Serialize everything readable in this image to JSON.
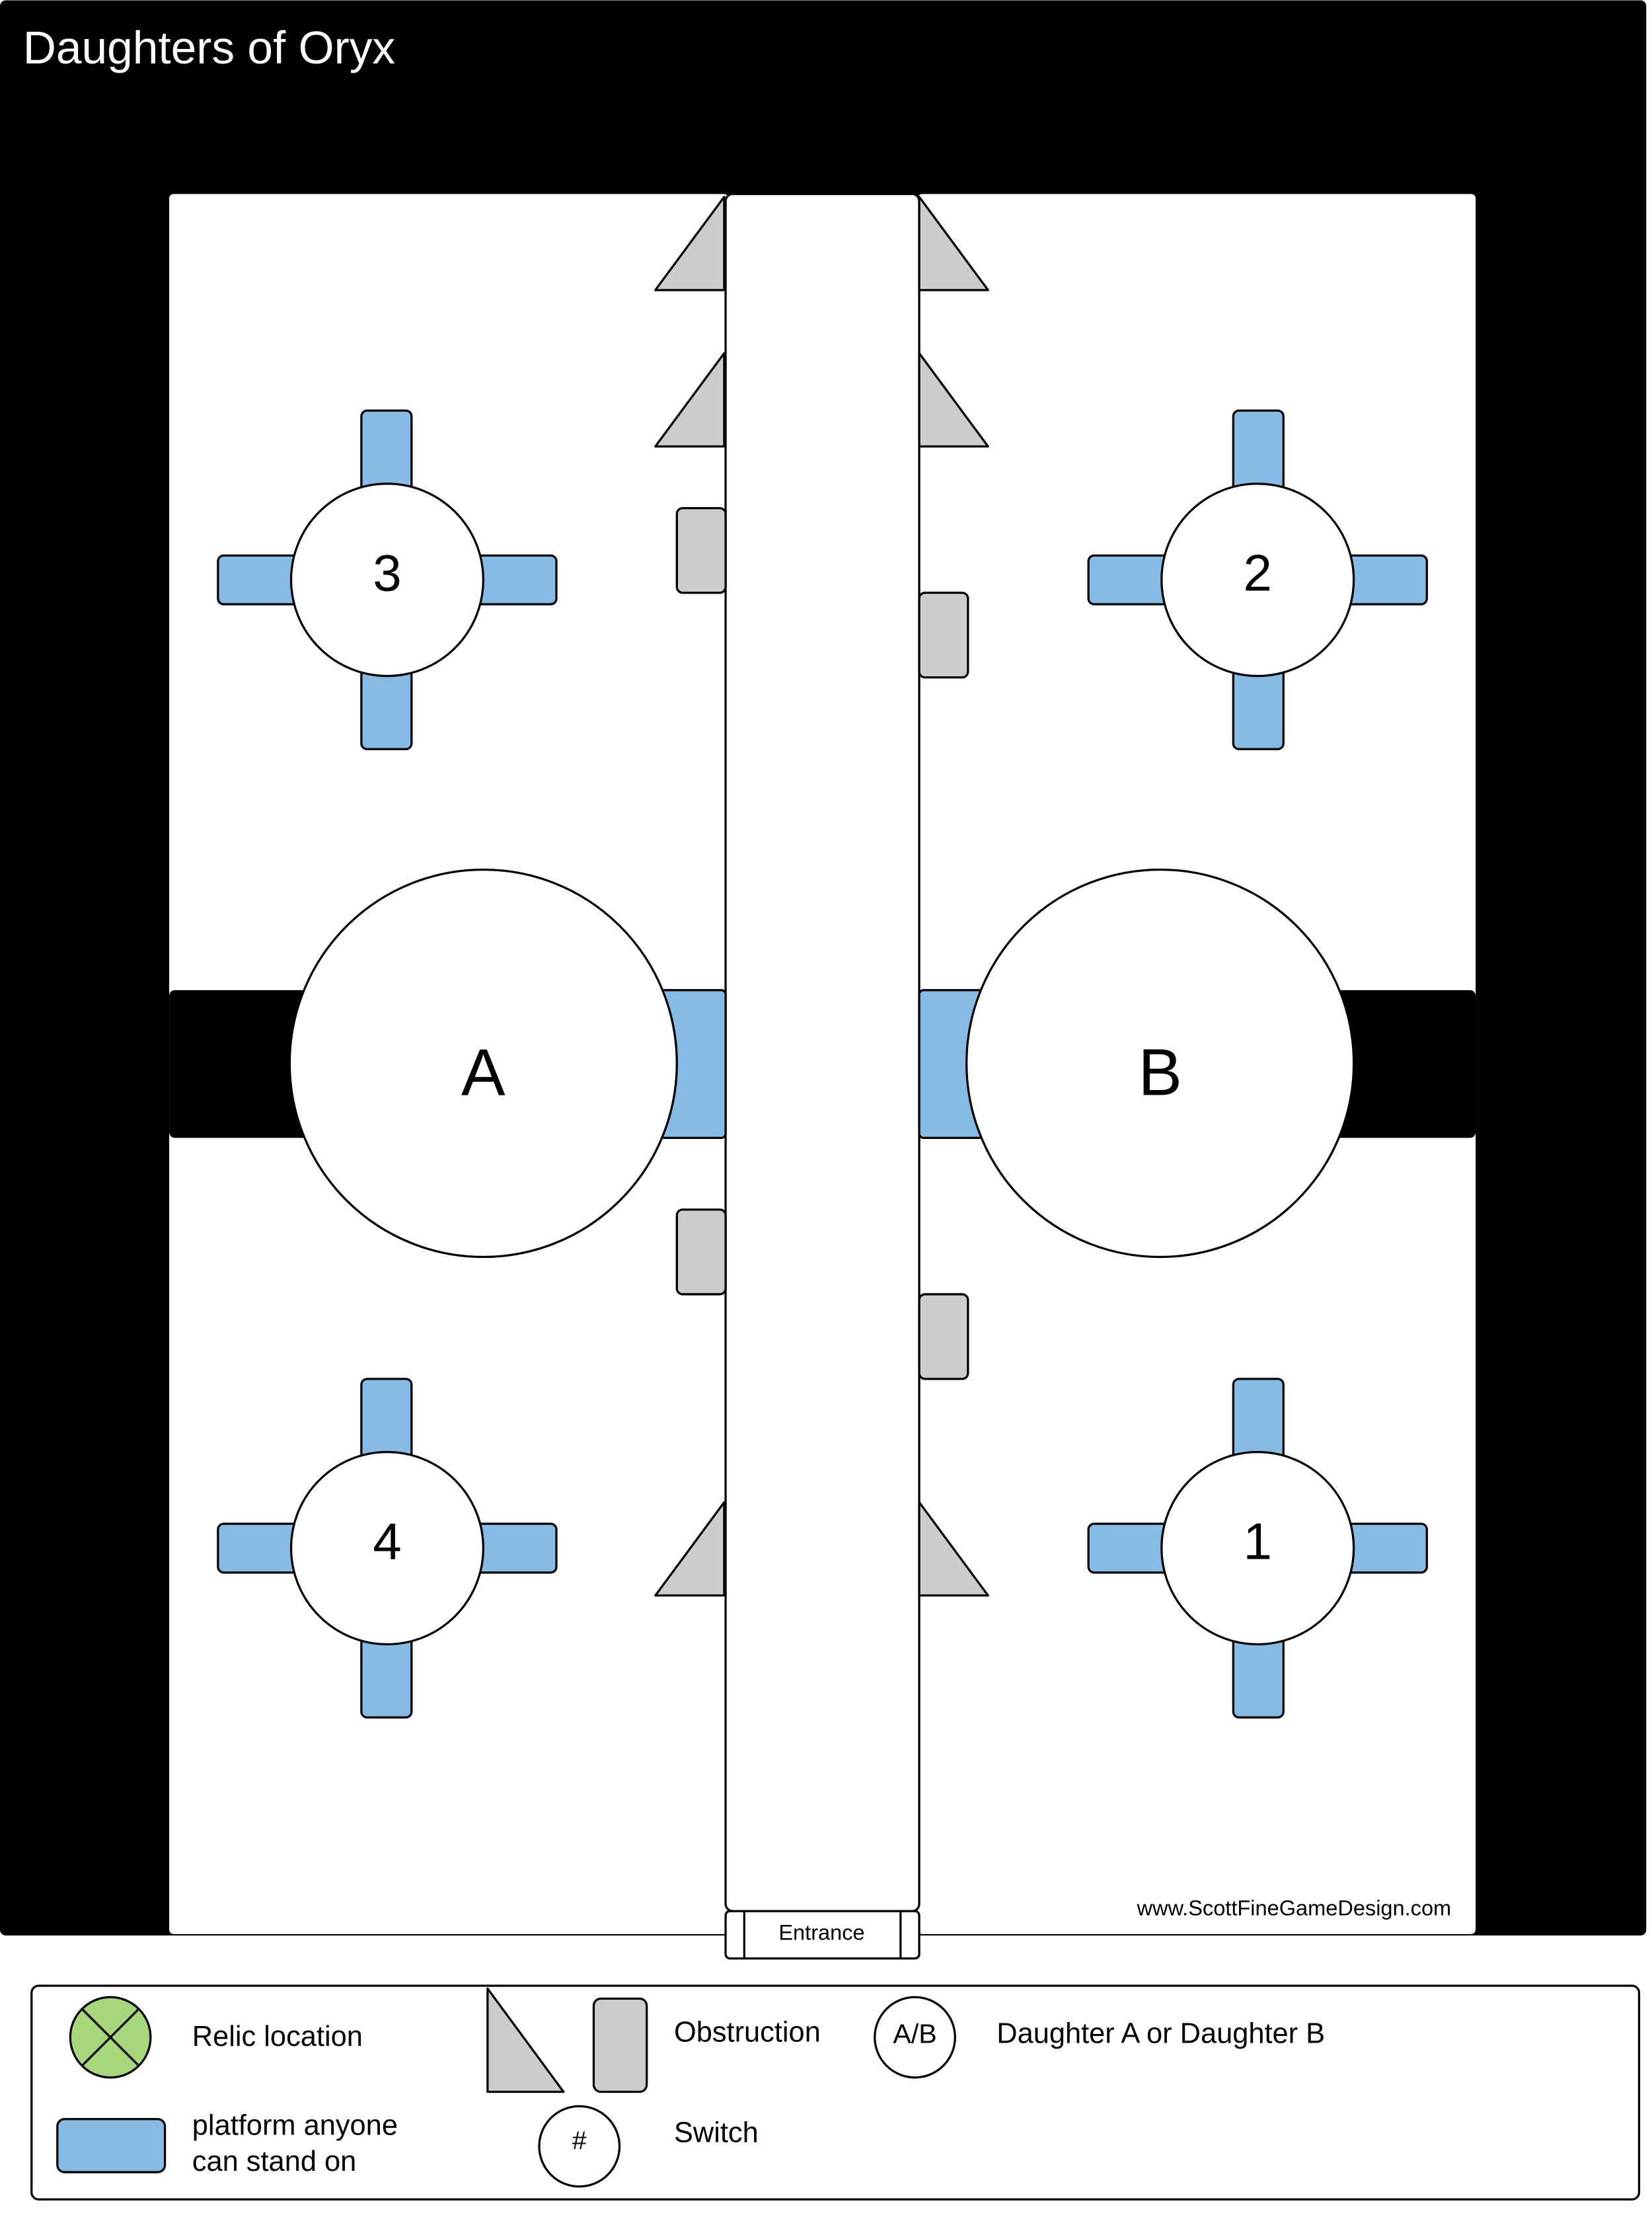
{
  "map": {
    "title": "Daughters of Oryx",
    "watermark": "www.ScottFineGameDesign.com",
    "entrance_label": "Entrance",
    "daughters": [
      {
        "id": "a",
        "label": "A"
      },
      {
        "id": "b",
        "label": "B"
      }
    ],
    "switches": [
      {
        "id": "1",
        "label": "1"
      },
      {
        "id": "2",
        "label": "2"
      },
      {
        "id": "3",
        "label": "3"
      },
      {
        "id": "4",
        "label": "4"
      }
    ]
  },
  "legend": {
    "relic_label": "Relic location",
    "obstruction_label": "Obstruction",
    "daughter_symbol": "A/B",
    "daughter_label": "Daughter A or Daughter B",
    "platform_label_line1": "platform anyone",
    "platform_label_line2": "can stand on",
    "switch_symbol": "#",
    "switch_label": "Switch"
  },
  "colors": {
    "wall": "#000000",
    "floor": "#ffffff",
    "platform": "#86bbe6",
    "obstruction": "#cccccc",
    "relic": "#a6d77b",
    "outline": "#000000"
  }
}
